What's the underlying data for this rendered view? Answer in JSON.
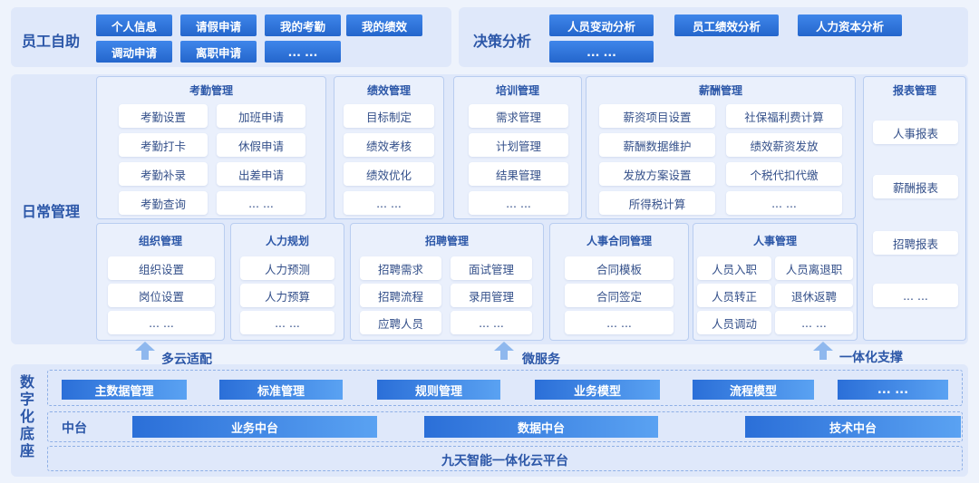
{
  "self_service": {
    "title": "员工自助",
    "buttons": [
      "个人信息",
      "请假申请",
      "我的考勤",
      "我的绩效",
      "调动申请",
      "离职申请",
      "... ..."
    ]
  },
  "decision": {
    "title": "决策分析",
    "buttons": [
      "人员变动分析",
      "员工绩效分析",
      "人力资本分析",
      "... ..."
    ]
  },
  "daily": {
    "title": "日常管理",
    "attendance": {
      "title": "考勤管理",
      "items": [
        "考勤设置",
        "加班申请",
        "考勤打卡",
        "休假申请",
        "考勤补录",
        "出差申请",
        "考勤查询",
        "... ..."
      ]
    },
    "performance": {
      "title": "绩效管理",
      "items": [
        "目标制定",
        "绩效考核",
        "绩效优化",
        "... ..."
      ]
    },
    "training": {
      "title": "培训管理",
      "items": [
        "需求管理",
        "计划管理",
        "结果管理",
        "... ..."
      ]
    },
    "salary": {
      "title": "薪酬管理",
      "items": [
        "薪资项目设置",
        "社保福利费计算",
        "薪酬数据维护",
        "绩效薪资发放",
        "发放方案设置",
        "个税代扣代缴",
        "所得税计算",
        "... ..."
      ]
    },
    "report": {
      "title": "报表管理",
      "items": [
        "人事报表",
        "薪酬报表",
        "招聘报表",
        "... ..."
      ]
    },
    "org": {
      "title": "组织管理",
      "items": [
        "组织设置",
        "岗位设置",
        "... ..."
      ]
    },
    "planning": {
      "title": "人力规划",
      "items": [
        "人力预测",
        "人力预算",
        "... ..."
      ]
    },
    "recruit": {
      "title": "招聘管理",
      "items": [
        "招聘需求",
        "面试管理",
        "招聘流程",
        "录用管理",
        "应聘人员",
        "... ..."
      ]
    },
    "contract": {
      "title": "人事合同管理",
      "items": [
        "合同模板",
        "合同签定",
        "... ..."
      ]
    },
    "personnel": {
      "title": "人事管理",
      "items": [
        "人员入职",
        "人员离退职",
        "人员转正",
        "退休返聘",
        "人员调动",
        "... ..."
      ]
    }
  },
  "arrows": [
    "多云适配",
    "微服务",
    "一体化支撑"
  ],
  "base": {
    "title": "数字化底座",
    "top_row": [
      "主数据管理",
      "标准管理",
      "规则管理",
      "业务模型",
      "流程模型",
      "... ..."
    ],
    "middle_label": "中台",
    "middle": [
      "业务中台",
      "数据中台",
      "技术中台"
    ],
    "platform": "九天智能一体化云平台"
  },
  "colors": {
    "accent": "#2466cc",
    "panel": "#dfe8fa",
    "title": "#2c57a8"
  }
}
